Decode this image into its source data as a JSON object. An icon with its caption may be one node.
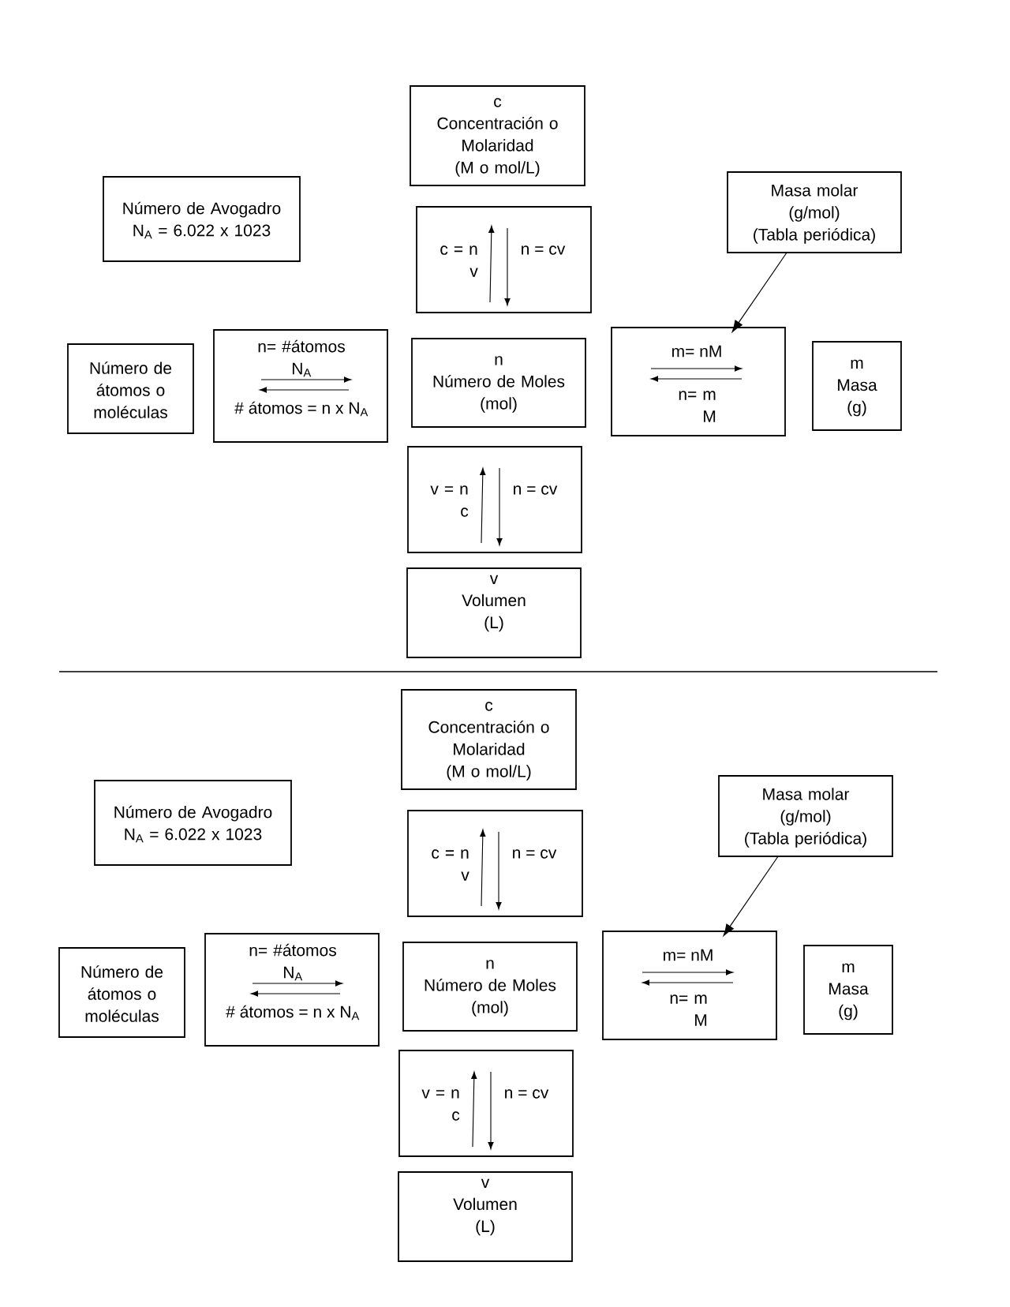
{
  "diagram": {
    "nodes": [
      {
        "text": [
          "c",
          "Concentración o Molaridad",
          "(M o mol/L)"
        ]
      },
      {
        "text": [
          "Número de Avogadro",
          "N$_{A}$ = 6.022 x 1023"
        ]
      },
      {
        "text": [
          "c = n v",
          "n = cv"
        ]
      },
      {
        "text": [
          "Masa molar",
          "(g/mol)",
          "(Tabla periódica)"
        ]
      },
      {
        "text": [
          "Número de átomos o moléculas"
        ]
      },
      {
        "text": [
          "n= #átomos N$_{A}$",
          "# átomos = n x N$_{A}$"
        ]
      },
      {
        "text": [
          "n",
          "Número de Moles",
          "(mol)"
        ]
      },
      {
        "text": [
          "m= nM",
          "n= m M"
        ]
      },
      {
        "text": [
          "m",
          "Masa",
          "(g)"
        ]
      },
      {
        "text": [
          "v = n c",
          "n = cv"
        ]
      },
      {
        "text": [
          "v",
          "Volumen",
          "(L)"
        ]
      },
      {
        "text": [
          "c",
          "Concentración o Molaridad",
          "(M o mol/L)"
        ]
      },
      {
        "text": [
          "Número de Avogadro",
          "N$_{A}$ = 6.022 x 1023"
        ]
      },
      {
        "text": [
          "c = n v",
          "n = cv"
        ]
      },
      {
        "text": [
          "Masa molar",
          "(g/mol)",
          "(Tabla periódica)"
        ]
      },
      {
        "text": [
          "Número de átomos o moléculas"
        ]
      },
      {
        "text": [
          "n= #átomos N$_{A}$",
          "# átomos = n x N$_{A}$"
        ]
      },
      {
        "text": [
          "n",
          "Número de Moles",
          "(mol)"
        ]
      },
      {
        "text": [
          "m= nM",
          "n= m M"
        ]
      },
      {
        "text": [
          "m",
          "Masa",
          "(g)"
        ]
      },
      {
        "text": [
          "v = n c",
          "n = cv"
        ]
      },
      {
        "text": [
          "v",
          "Volumen",
          "(L)"
        ]
      }
    ],
    "edges": [
      {
        "from": 3,
        "to": 7,
        "arrow": "to"
      },
      {
        "from": 14,
        "to": 18,
        "arrow": "to"
      }
    ]
  }
}
